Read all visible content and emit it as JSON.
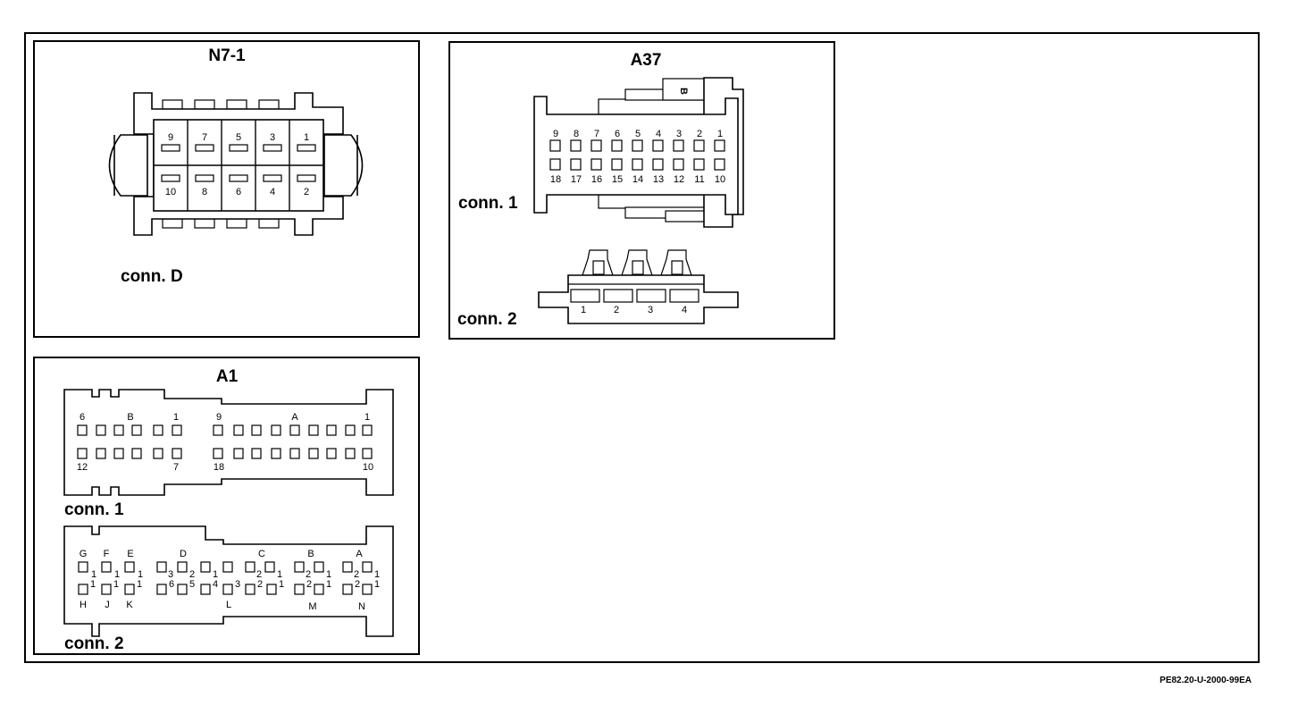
{
  "panels": {
    "n7": {
      "title": "N7-1",
      "conn_label": "conn. D",
      "top_pins": [
        "9",
        "7",
        "5",
        "3",
        "1"
      ],
      "bottom_pins": [
        "10",
        "8",
        "6",
        "4",
        "2"
      ]
    },
    "a37": {
      "title": "A37",
      "key_letter": "B",
      "conn1_label": "conn. 1",
      "conn1_top_pins": [
        "9",
        "8",
        "7",
        "6",
        "5",
        "4",
        "3",
        "2",
        "1"
      ],
      "conn1_bottom_pins": [
        "18",
        "17",
        "16",
        "15",
        "14",
        "13",
        "12",
        "11",
        "10"
      ],
      "conn2_label": "conn. 2",
      "conn2_pins": [
        "1",
        "2",
        "3",
        "4"
      ]
    },
    "a1": {
      "title": "A1",
      "conn1_label": "conn. 1",
      "conn1_left_top": [
        "6",
        "B",
        "1"
      ],
      "conn1_left_bottom": [
        "12",
        "7"
      ],
      "conn1_right_top": [
        "9",
        "A",
        "1"
      ],
      "conn1_right_bottom": [
        "18",
        "10"
      ],
      "conn2_label": "conn. 2",
      "conn2_top_letters": [
        "G",
        "F",
        "E",
        "D",
        "C",
        "B",
        "A"
      ],
      "conn2_bottom_letters": [
        "H",
        "J",
        "K",
        "L",
        "M",
        "N"
      ],
      "conn2_row1_nums": [
        "1",
        "1",
        "1",
        "3",
        "2",
        "1",
        "2",
        "1",
        "2",
        "1",
        "2",
        "1"
      ],
      "conn2_row2_nums": [
        "1",
        "1",
        "1",
        "6",
        "5",
        "4",
        "3",
        "2",
        "1",
        "2",
        "1",
        "2",
        "1"
      ]
    }
  },
  "footer_code": "PE82.20-U-2000-99EA"
}
